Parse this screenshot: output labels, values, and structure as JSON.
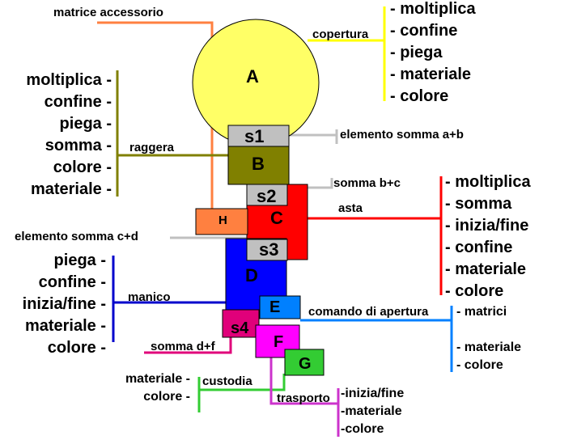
{
  "shapes": {
    "A": "A",
    "s1": "s1",
    "B": "B",
    "s2": "s2",
    "C": "C",
    "H": "H",
    "s3": "s3",
    "D": "D",
    "E": "E",
    "s4": "s4",
    "F": "F",
    "G": "G"
  },
  "labels": {
    "matrice_accessorio": "matrice accessorio",
    "copertura": "copertura",
    "raggera": "raggera",
    "elemento_somma_ab": "elemento somma a+b",
    "somma_bc": "somma b+c",
    "asta": "asta",
    "elemento_somma_cd": "elemento somma c+d",
    "manico": "manico",
    "comando_di_apertura": "comando di apertura",
    "somma_df": "somma d+f",
    "custodia": "custodia",
    "trasporto": "trasporto"
  },
  "lists": {
    "copertura": [
      "- moltiplica",
      "- confine",
      "- piega",
      "- materiale",
      "- colore"
    ],
    "raggera": [
      "moltiplica -",
      "confine -",
      "piega -",
      "somma -",
      "colore -",
      "materiale -"
    ],
    "asta": [
      "- moltiplica",
      "- somma",
      "- inizia/fine",
      "- confine",
      "- materiale",
      "- colore"
    ],
    "manico": [
      "piega -",
      "confine -",
      "inizia/fine -",
      "materiale -",
      "colore -"
    ],
    "comando_top": [
      "- matrici"
    ],
    "comando_bottom": [
      "- materiale",
      "- colore"
    ],
    "custodia": [
      "materiale -",
      "colore -"
    ],
    "trasporto": [
      "-inizia/fine",
      "-materiale",
      "-colore"
    ]
  },
  "colors": {
    "A": "#ffff66",
    "s1": "#c0c0c0",
    "B": "#808000",
    "s2": "#c0c0c0",
    "C": "#ff0000",
    "H": "#ff8040",
    "s3": "#c0c0c0",
    "D": "#0000ff",
    "E": "#0080ff",
    "s4": "#e0007a",
    "F": "#ff00ff",
    "G": "#33cc33",
    "copertura_line": "#ffff00",
    "raggera_line": "#808000",
    "matrice_line": "#ff8040",
    "grey_line": "#c0c0c0",
    "asta_line": "#ff0000",
    "manico_line": "#0000cc",
    "comando_line": "#0080ff",
    "custodia_line": "#33cc33",
    "trasporto_line": "#cc33cc",
    "somma_df_line": "#e0007a"
  }
}
